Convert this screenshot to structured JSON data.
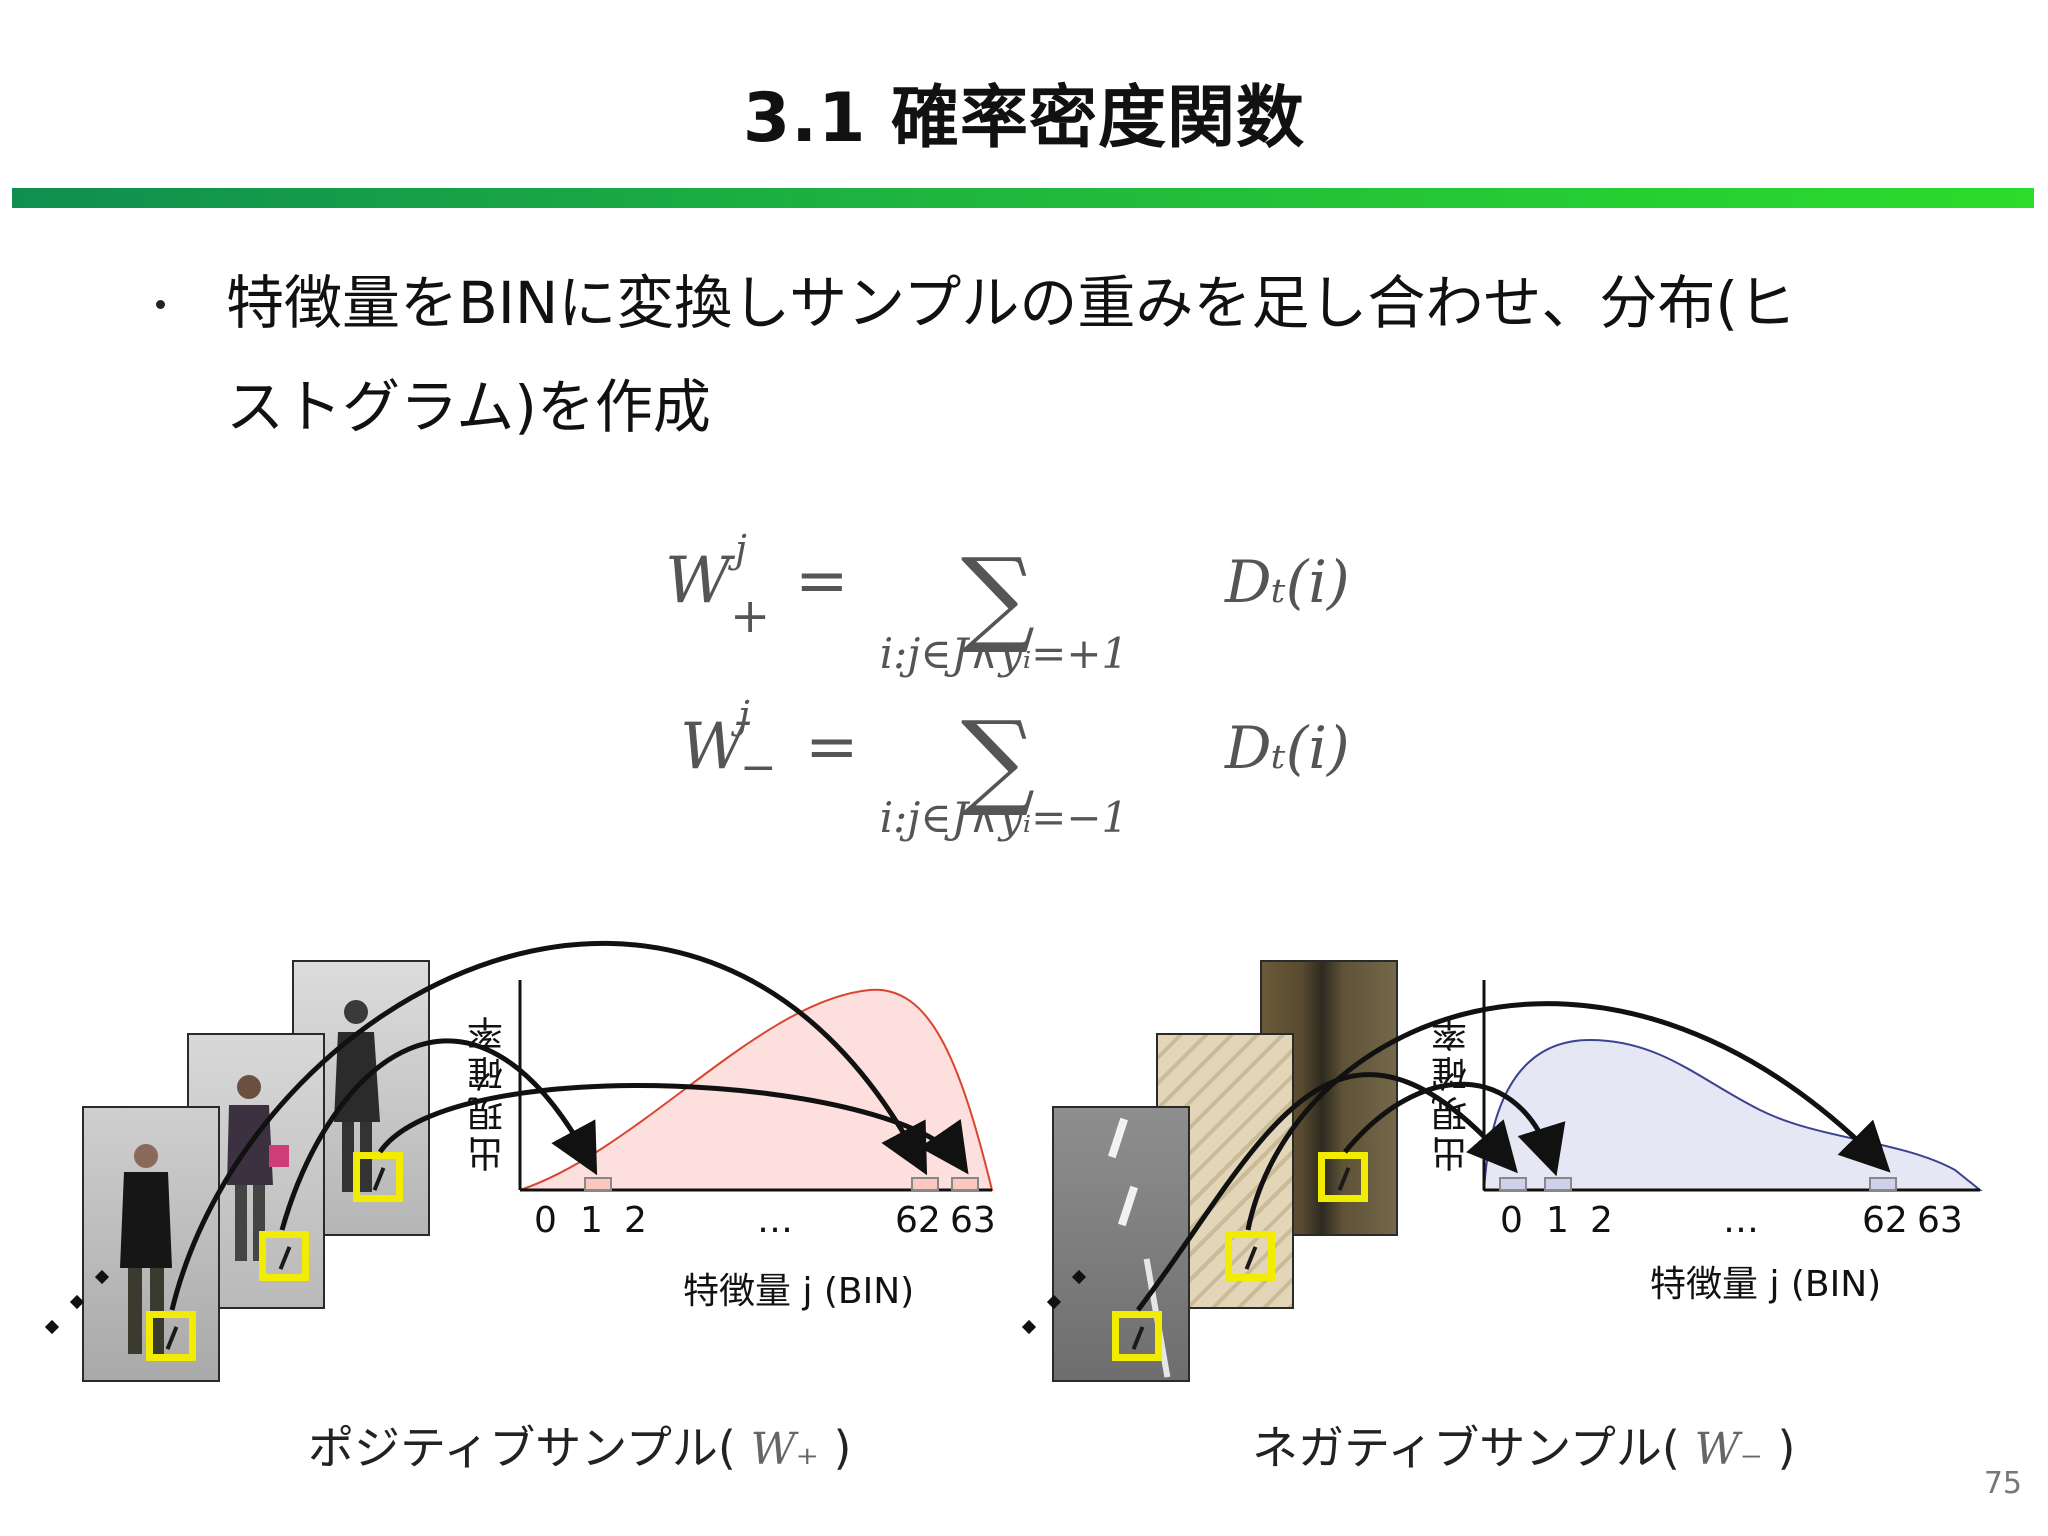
{
  "slide": {
    "title": "3.1 確率密度関数",
    "bullet_line1": "特徴量をBINに変換しサンプルの重みを足し合わせ、分布(ヒ",
    "bullet_line2": "ストグラム)を作成",
    "page_number": "75"
  },
  "formula": {
    "row1_lhs": "W",
    "row1_sup": "j",
    "row1_sub": "+",
    "row1_sum_index": "i:j∈J∧yᵢ=+1",
    "row2_lhs": "W",
    "row2_sup": "j",
    "row2_sub": "−",
    "row2_sum_index": "i:j∈J∧yᵢ=−1",
    "rhs": "Dₜ(i)",
    "equals": "=",
    "sigma": "∑"
  },
  "positive_panel": {
    "y_label": "出現確率",
    "x_label": "特徴量 j (BIN)",
    "ticks": [
      "0",
      "1",
      "2",
      "…",
      "62",
      "63"
    ],
    "caption": "ポジティブサンプル(",
    "caption_symbol": "W₊",
    "caption_close": ")",
    "fill_color": "#fde0de",
    "stroke_color": "#d9452e"
  },
  "negative_panel": {
    "y_label": "出現確率",
    "x_label": "特徴量 j (BIN)",
    "ticks": [
      "0",
      "1",
      "2",
      "…",
      "62",
      "63"
    ],
    "caption": "ネガティブサンプル(",
    "caption_symbol": "W₋",
    "caption_close": ")",
    "fill_color": "#e6e7f5",
    "stroke_color": "#3c4390"
  },
  "colors": {
    "title_rule_start": "#0f8f4f",
    "title_rule_end": "#2bdc2b",
    "feature_box": "#f2ec00"
  }
}
